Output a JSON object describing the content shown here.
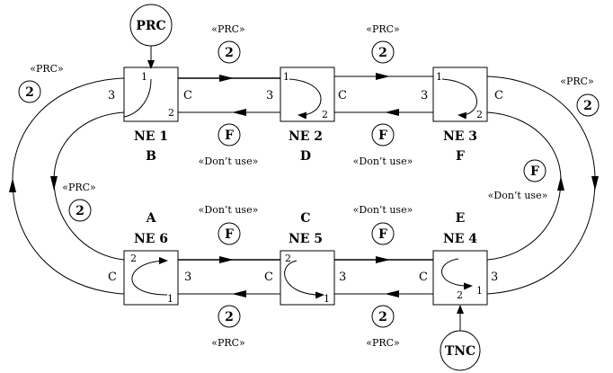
{
  "sources": {
    "top": "PRC",
    "bottom": "TNC"
  },
  "nodes": [
    {
      "id": "ne1",
      "name": "NE 1",
      "station": "B"
    },
    {
      "id": "ne2",
      "name": "NE 2",
      "station": "D"
    },
    {
      "id": "ne3",
      "name": "NE 3",
      "station": "F"
    },
    {
      "id": "ne4",
      "name": "NE 4",
      "station": "E"
    },
    {
      "id": "ne5",
      "name": "NE 5",
      "station": "C"
    },
    {
      "id": "ne6",
      "name": "NE 6",
      "station": "A"
    }
  ],
  "ports": {
    "one": "1",
    "two": "2",
    "three": "3",
    "c": "C"
  },
  "badges": {
    "two": "2",
    "f": "F"
  },
  "labels": {
    "prc": "«PRC»",
    "dont_use": "«Don’t use»"
  }
}
